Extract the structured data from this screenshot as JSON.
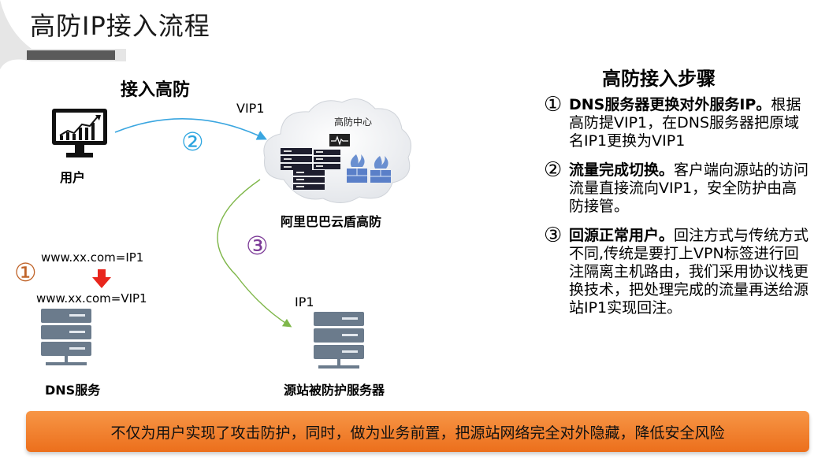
{
  "title": "高防IP接入流程",
  "diagram": {
    "access_label": "接入高防",
    "user_label": "用户",
    "vip1_label": "VIP1",
    "center_label": "高防中心",
    "aliyun_label": "阿里巴巴云盾高防",
    "dns_record_before": "www.xx.com=IP1",
    "dns_record_after": "www.xx.com=VIP1",
    "ip1_label": "IP1",
    "dns_label": "DNS服务",
    "origin_label": "源站被防护服务器",
    "step_markers": [
      "①",
      "②",
      "③"
    ],
    "colors": {
      "step1": "#c0642a",
      "step2": "#2ea6e0",
      "step3": "#7d3c98",
      "arrow_blue": "#3aa6e0",
      "arrow_green": "#7fb74a",
      "down_arrow": "#e8261d"
    }
  },
  "steps_panel": {
    "heading": "高防接入步骤",
    "steps": [
      {
        "num": "①",
        "title": "DNS服务器更换对外服务IP。",
        "text": "根据高防提VIP1，在DNS服务器把原域名IP1更换为VIP1"
      },
      {
        "num": "②",
        "title": "流量完成切换。",
        "text": "客户端向源站的访问流量直接流向VIP1，安全防护由高防接管。"
      },
      {
        "num": "③",
        "title": "回源正常用户。",
        "text": "回注方式与传统方式不同,传统是要打上VPN标签进行回注隔离主机路由，我们采用协议栈更换技术，把处理完成的流量再送给源站IP1实现回注。"
      }
    ]
  },
  "banner": "不仅为用户实现了攻击防护，同时，做为业务前置，把源站网络完全对外隐藏，降低安全风险"
}
